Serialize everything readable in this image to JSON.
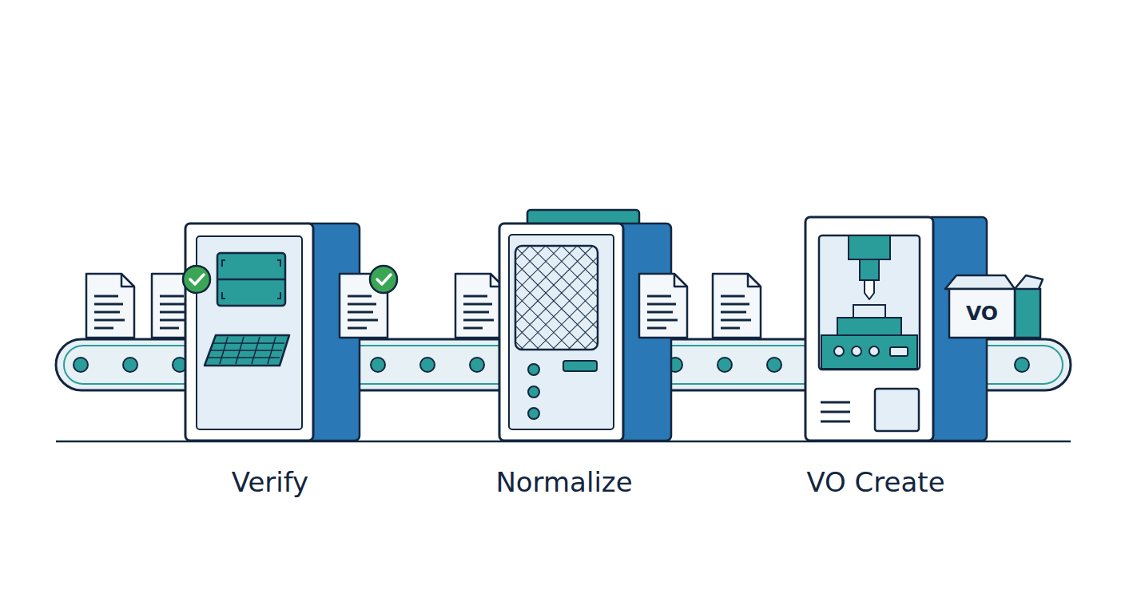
{
  "diagram": {
    "nodes": [
      {
        "text": [
          "VO"
        ]
      }
    ],
    "labels": [
      "Verify",
      "Normalize",
      "VO Create"
    ]
  }
}
